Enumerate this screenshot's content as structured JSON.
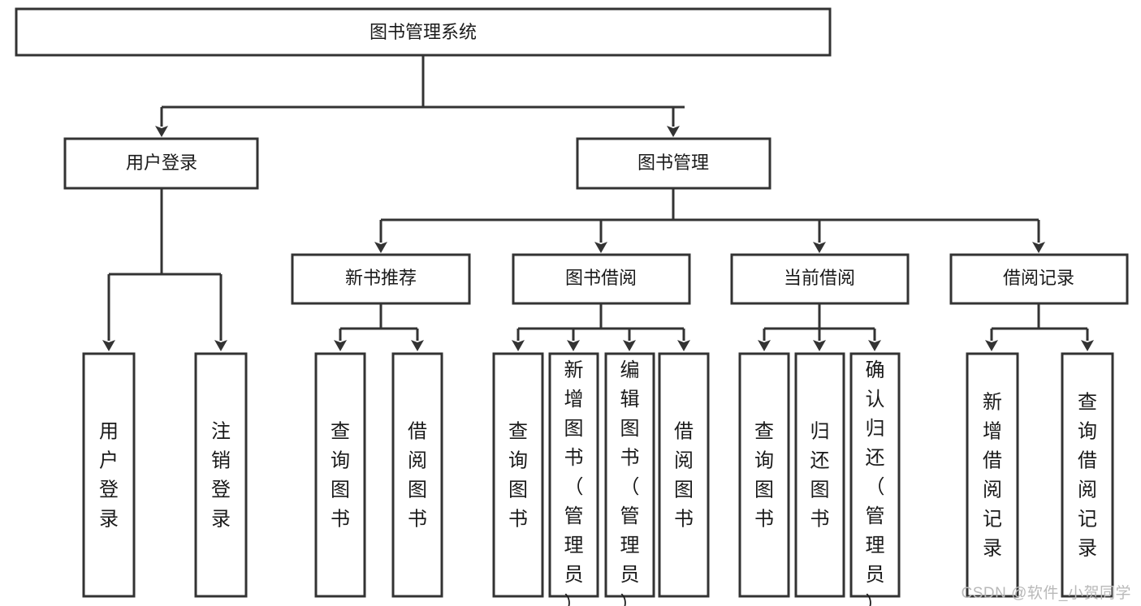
{
  "diagram": {
    "type": "tree",
    "title": "图书管理系统",
    "watermark": "CSDN @软件_小贺同学",
    "colors": {
      "stroke": "#333333",
      "fill": "#ffffff",
      "text": "#1a1a1a",
      "watermark": "#b9b9b9"
    },
    "nodes": {
      "root": {
        "label": "图书管理系统",
        "level": 1
      },
      "l2": [
        {
          "id": "user-login",
          "label": "用户登录",
          "level": 2
        },
        {
          "id": "book-manage",
          "label": "图书管理",
          "level": 2
        }
      ],
      "l3": [
        {
          "id": "new-book-rec",
          "label": "新书推荐",
          "level": 3
        },
        {
          "id": "book-borrow",
          "label": "图书借阅",
          "level": 3
        },
        {
          "id": "current-borrow",
          "label": "当前借阅",
          "level": 3
        },
        {
          "id": "borrow-record",
          "label": "借阅记录",
          "level": 3
        }
      ],
      "leaves": [
        {
          "id": "leaf-user-login",
          "label": "用户登录",
          "parent": "user-login"
        },
        {
          "id": "leaf-user-logout",
          "label": "注销登录",
          "parent": "user-login"
        },
        {
          "id": "leaf-query-book-1",
          "label": "查询图书",
          "parent": "new-book-rec"
        },
        {
          "id": "leaf-borrow-book-1",
          "label": "借阅图书",
          "parent": "new-book-rec"
        },
        {
          "id": "leaf-query-book-2",
          "label": "查询图书",
          "parent": "book-borrow"
        },
        {
          "id": "leaf-add-book",
          "label": "新增图书（管理员）",
          "parent": "book-borrow"
        },
        {
          "id": "leaf-edit-book",
          "label": "编辑图书（管理员）",
          "parent": "book-borrow"
        },
        {
          "id": "leaf-borrow-book-2",
          "label": "借阅图书",
          "parent": "book-borrow"
        },
        {
          "id": "leaf-query-book-3",
          "label": "查询图书",
          "parent": "current-borrow"
        },
        {
          "id": "leaf-return-book",
          "label": "归还图书",
          "parent": "current-borrow"
        },
        {
          "id": "leaf-confirm-return",
          "label": "确认归还（管理员）",
          "parent": "current-borrow"
        },
        {
          "id": "leaf-add-record",
          "label": "新增借阅记录",
          "parent": "borrow-record"
        },
        {
          "id": "leaf-query-record",
          "label": "查询借阅记录",
          "parent": "borrow-record"
        }
      ]
    },
    "edges": [
      {
        "from": "图书管理系统",
        "to": "用户登录"
      },
      {
        "from": "图书管理系统",
        "to": "图书管理"
      },
      {
        "from": "图书管理",
        "to": "新书推荐"
      },
      {
        "from": "图书管理",
        "to": "图书借阅"
      },
      {
        "from": "图书管理",
        "to": "当前借阅"
      },
      {
        "from": "图书管理",
        "to": "借阅记录"
      },
      {
        "from": "用户登录",
        "to": "用户登录"
      },
      {
        "from": "用户登录",
        "to": "注销登录"
      },
      {
        "from": "新书推荐",
        "to": "查询图书"
      },
      {
        "from": "新书推荐",
        "to": "借阅图书"
      },
      {
        "from": "图书借阅",
        "to": "查询图书"
      },
      {
        "from": "图书借阅",
        "to": "新增图书（管理员）"
      },
      {
        "from": "图书借阅",
        "to": "编辑图书（管理员）"
      },
      {
        "from": "图书借阅",
        "to": "借阅图书"
      },
      {
        "from": "当前借阅",
        "to": "查询图书"
      },
      {
        "from": "当前借阅",
        "to": "归还图书"
      },
      {
        "from": "当前借阅",
        "to": "确认归还（管理员）"
      },
      {
        "from": "借阅记录",
        "to": "新增借阅记录"
      },
      {
        "from": "借阅记录",
        "to": "查询借阅记录"
      }
    ]
  }
}
